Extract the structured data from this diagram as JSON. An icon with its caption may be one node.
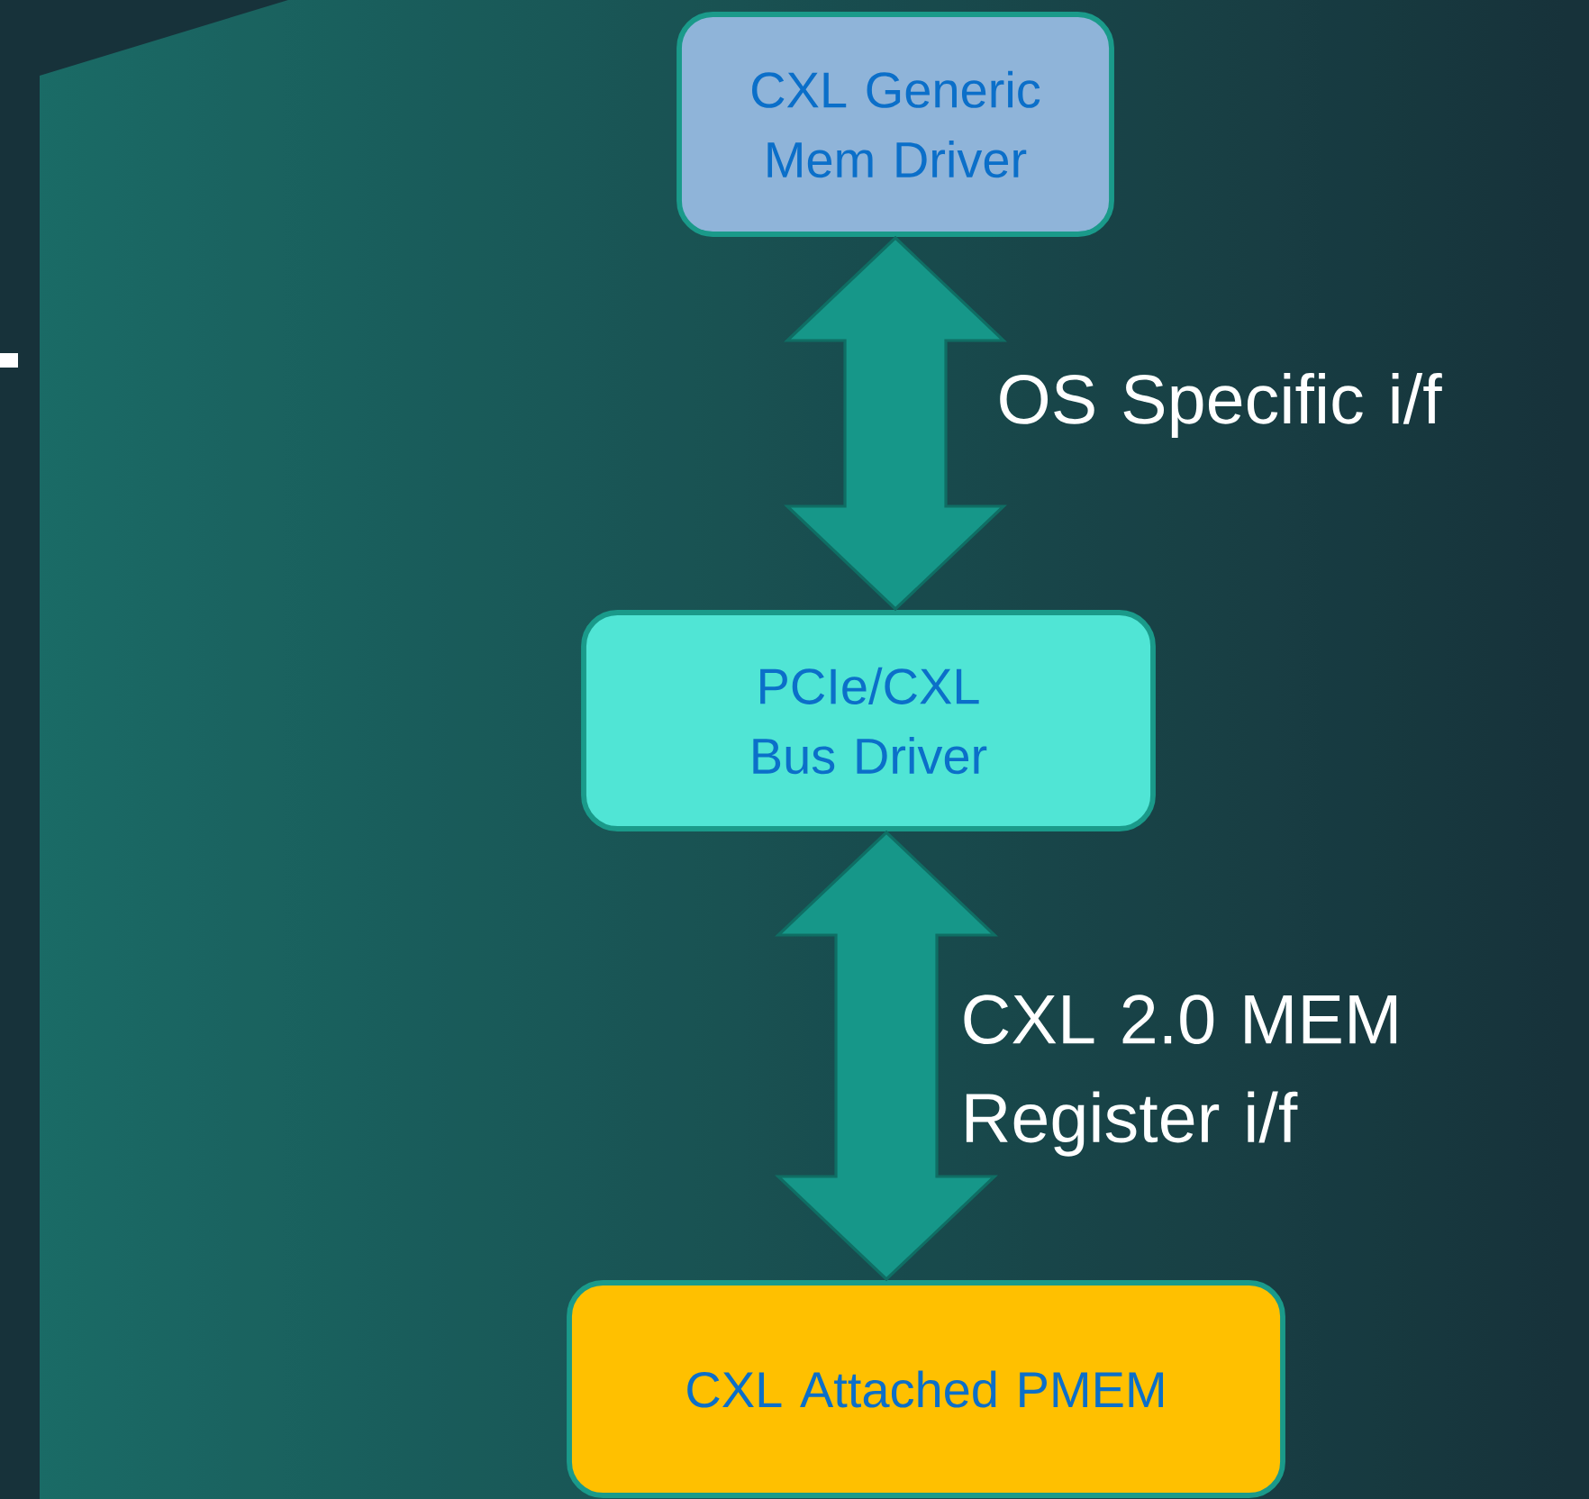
{
  "diagram": {
    "nodes": [
      {
        "text": [
          "CXL Generic Mem Driver"
        ]
      },
      {
        "text": [
          "PCIe/CXL Bus Driver"
        ]
      },
      {
        "text": [
          "CXL Attached PMEM"
        ]
      }
    ],
    "edges": [
      {
        "from": 0,
        "to": 1,
        "arrow": "both",
        "label": "OS Specific i/f"
      },
      {
        "from": 1,
        "to": 2,
        "arrow": "both",
        "label": "CXL 2.0 MEM Register i/f"
      }
    ]
  }
}
